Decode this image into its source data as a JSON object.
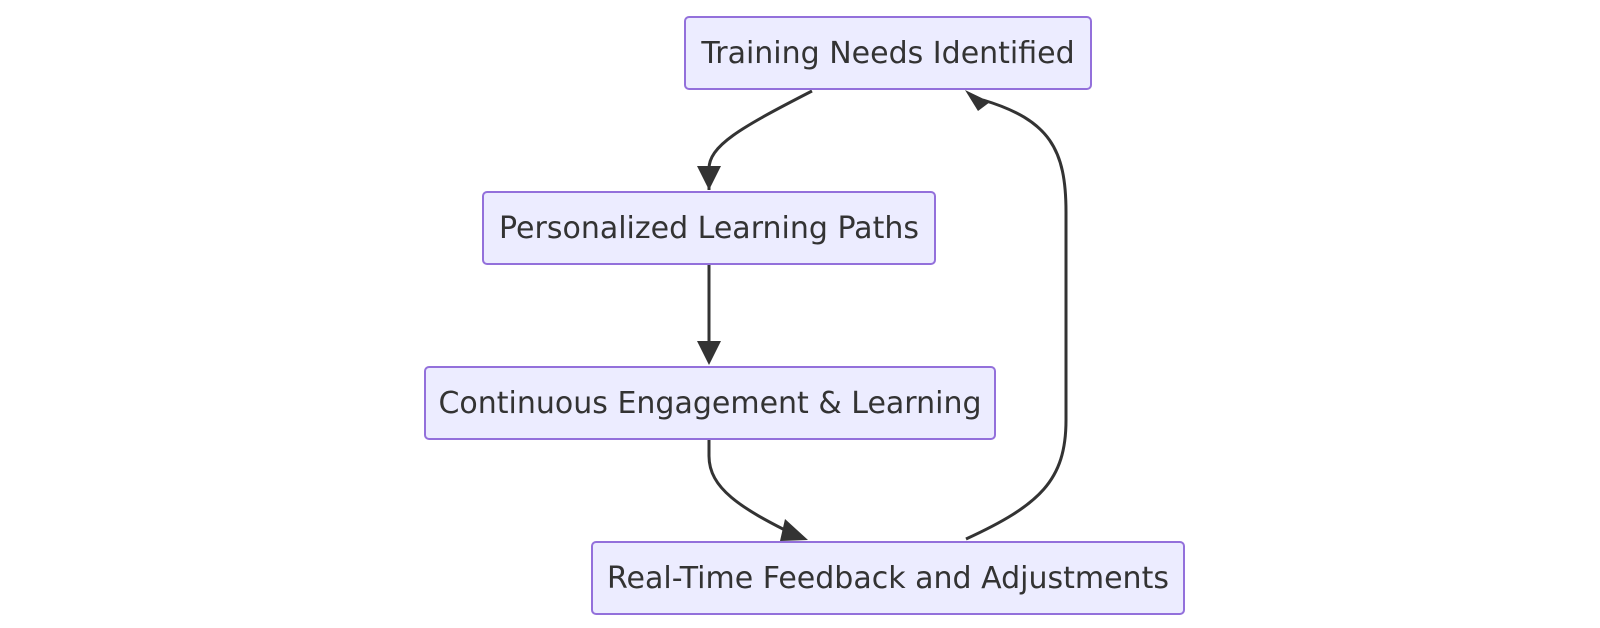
{
  "diagram": {
    "type": "flowchart",
    "nodes": [
      {
        "id": "training",
        "label": "Training Needs Identified"
      },
      {
        "id": "personalized",
        "label": "Personalized Learning Paths"
      },
      {
        "id": "continuous",
        "label": "Continuous Engagement & Learning"
      },
      {
        "id": "realtime",
        "label": "Real-Time Feedback and Adjustments"
      }
    ],
    "edges": [
      {
        "from": "training",
        "to": "personalized"
      },
      {
        "from": "personalized",
        "to": "continuous"
      },
      {
        "from": "continuous",
        "to": "realtime"
      },
      {
        "from": "realtime",
        "to": "training"
      }
    ],
    "colors": {
      "node_fill": "#ECECFF",
      "node_border": "#9370DB",
      "edge": "#333333",
      "text": "#333333"
    }
  }
}
